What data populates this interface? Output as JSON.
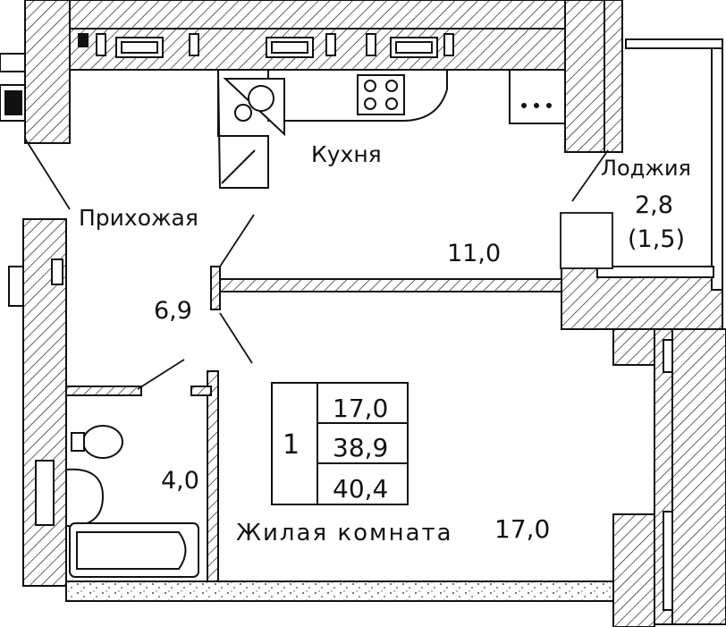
{
  "rooms": {
    "kitchen": {
      "name": "Кухня",
      "area": "11,0"
    },
    "hallway": {
      "name": "Прихожая",
      "area": "6,9"
    },
    "loggia": {
      "name": "Лоджия",
      "area": "2,8",
      "area_reduced": "(1,5)"
    },
    "bathroom": {
      "area": "4,0"
    },
    "living_room": {
      "name": "Жилая комната",
      "area": "17,0"
    }
  },
  "summary_box": {
    "room_count": "1",
    "living_area": "17,0",
    "total_area": "38,9",
    "total_area_with_loggia": "40,4"
  },
  "colors": {
    "line": "#111111",
    "background": "#ffffff"
  }
}
